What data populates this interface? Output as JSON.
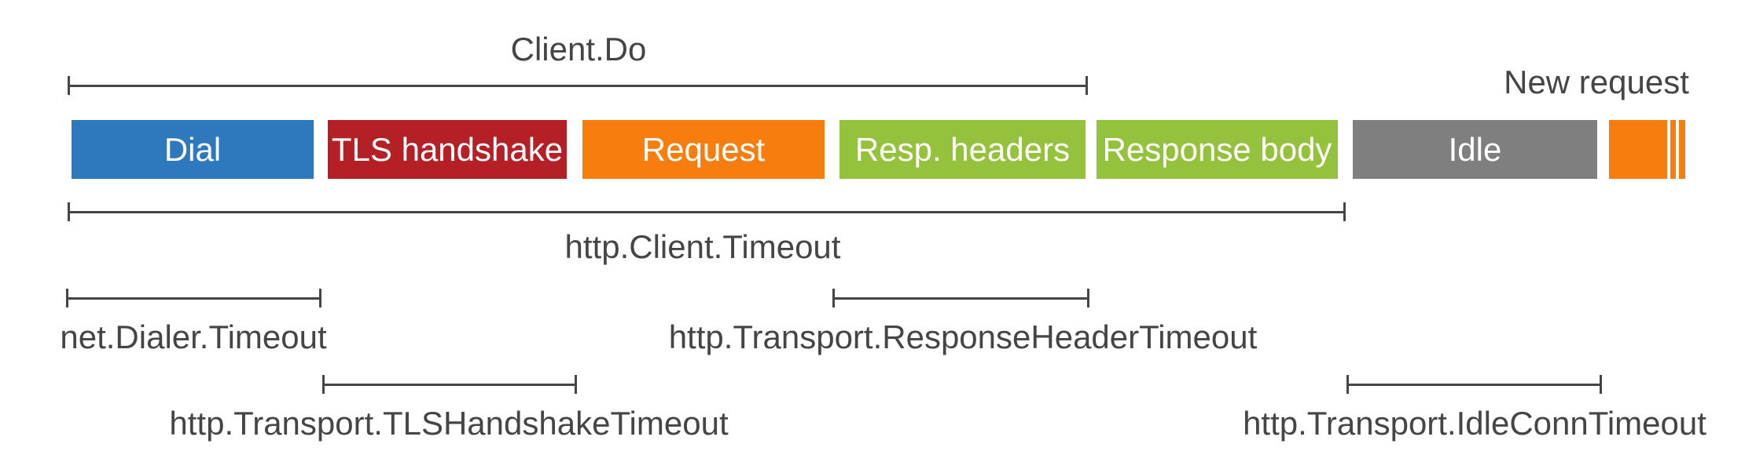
{
  "diagram": {
    "top_annotations": {
      "client_do": "Client.Do",
      "new_request": "New request"
    },
    "segments": [
      {
        "name": "dial",
        "label": "Dial",
        "color": "#2e79bd"
      },
      {
        "name": "tls-handshake",
        "label": "TLS handshake",
        "color": "#b42025"
      },
      {
        "name": "request",
        "label": "Request",
        "color": "#f67d0e"
      },
      {
        "name": "resp-headers",
        "label": "Resp. headers",
        "color": "#95c23c"
      },
      {
        "name": "response-body",
        "label": "Response body",
        "color": "#95c23c"
      },
      {
        "name": "idle",
        "label": "Idle",
        "color": "#7f7f7f"
      },
      {
        "name": "new-request-block",
        "label": "",
        "color": "#f67d0e"
      },
      {
        "name": "new-request-stripe-1",
        "label": "",
        "color": "#f67d0e"
      },
      {
        "name": "new-request-stripe-2",
        "label": "",
        "color": "#f67d0e"
      }
    ],
    "timeout_annotations": {
      "http_client_timeout": "http.Client.Timeout",
      "net_dialer_timeout": "net.Dialer.Timeout",
      "response_header_timeout": "http.Transport.ResponseHeaderTimeout",
      "tls_handshake_timeout": "http.Transport.TLSHandshakeTimeout",
      "idle_conn_timeout": "http.Transport.IdleConnTimeout"
    },
    "colors": {
      "text": "#454545",
      "bracket": "#454545",
      "background": "#ffffff"
    }
  }
}
